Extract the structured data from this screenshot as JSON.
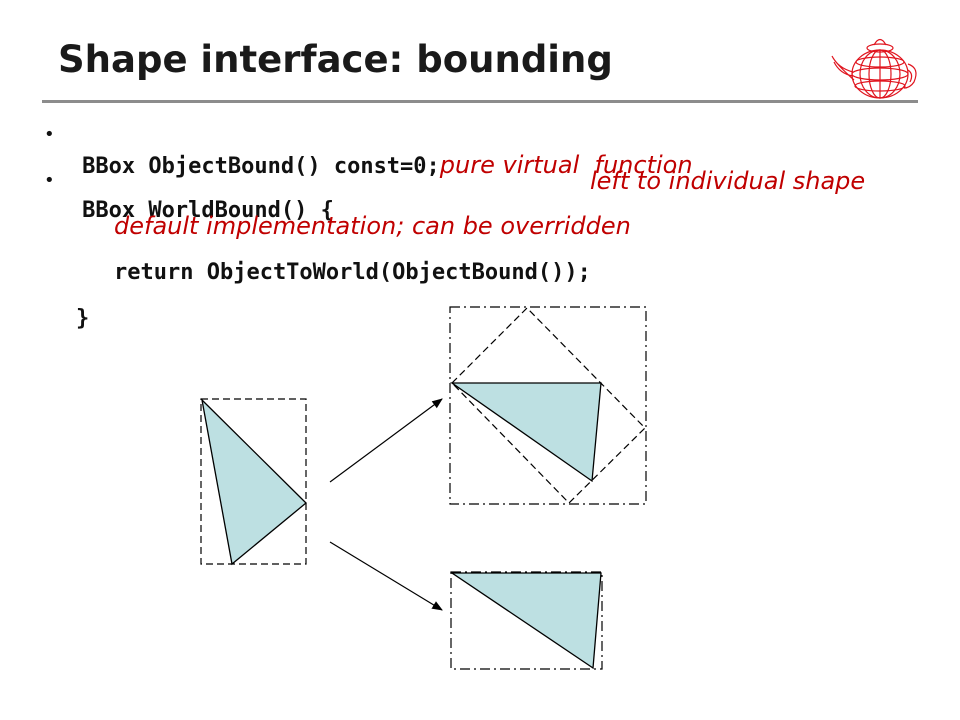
{
  "slide": {
    "title": "Shape interface: bounding",
    "bullets": [
      {
        "code": "BBox ObjectBound() const=0;",
        "note": "pure virtual  function"
      },
      {
        "code": "BBox WorldBound() {",
        "note": "left to individual shape"
      }
    ],
    "body_note": "default implementation; can be overridden",
    "body_code": "return ObjectToWorld(ObjectBound());",
    "closing": "}"
  },
  "icons": {
    "logo": "teapot-wireframe-icon",
    "bullet": "bullet-dot-icon"
  },
  "colors": {
    "accent": "#c00000",
    "triangle_fill": "#bde0e2",
    "rule": "#8c8c8c",
    "text": "#111111"
  }
}
